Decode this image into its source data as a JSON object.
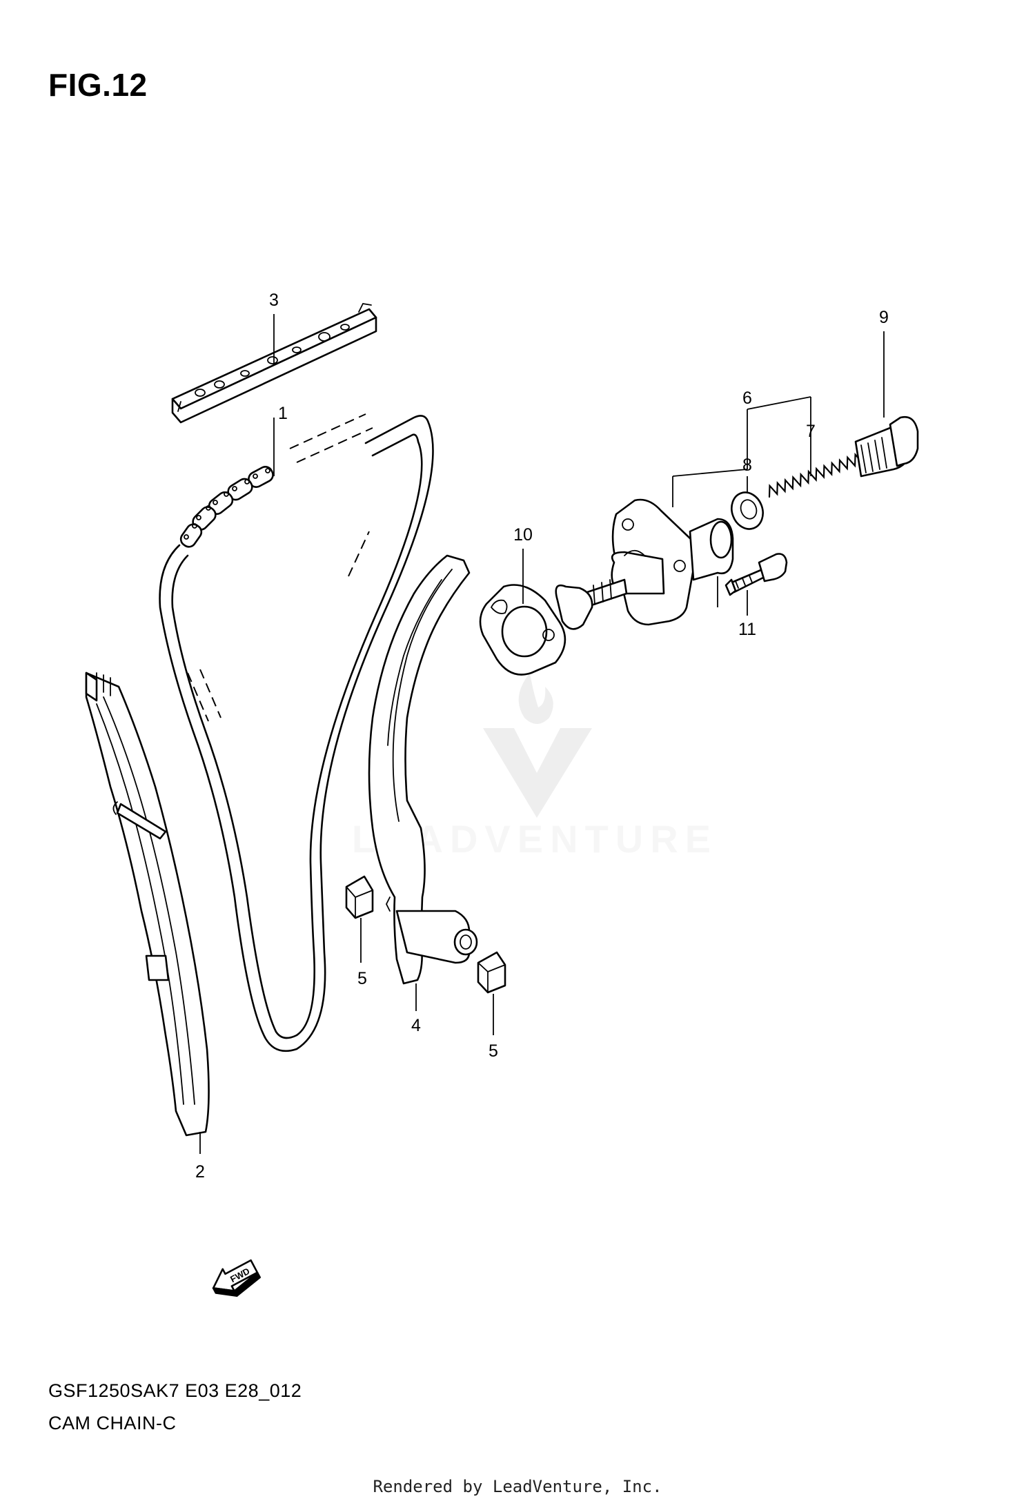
{
  "figure": {
    "title": "FIG.12",
    "model_code": "GSF1250SAK7 E03 E28_012",
    "section_name": "CAM CHAIN-C"
  },
  "callouts": [
    "1",
    "2",
    "3",
    "4",
    "5",
    "5",
    "6",
    "7",
    "8",
    "9",
    "10",
    "11"
  ],
  "fwd_arrow": {
    "label": "FWD",
    "icon": "fwd-arrow-icon"
  },
  "watermark": {
    "text": "LEADVENTURE",
    "icon": "leadventure-logo"
  },
  "footer": {
    "text": "Rendered by LeadVenture, Inc."
  }
}
